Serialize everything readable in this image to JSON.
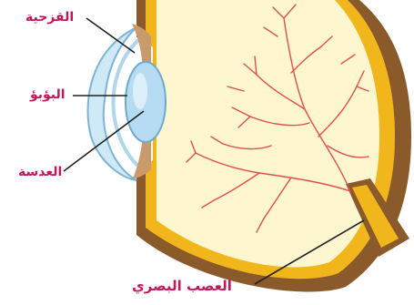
{
  "diagram": {
    "labels": {
      "iris": "القزحية",
      "pupil": "البؤبؤ",
      "lens": "العدسة",
      "optic_nerve": "العصب البصري"
    },
    "colors": {
      "label_text": "#c2185b",
      "outer_wall": "#8b5a2b",
      "choroid": "#f2b61d",
      "retina_fill": "#fdf6cf",
      "cornea": "#cfe9f7",
      "lens": "#b5dcf2",
      "iris": "#c99a6b",
      "vessels": "#e0504a",
      "leader_lines": "#222222"
    }
  }
}
